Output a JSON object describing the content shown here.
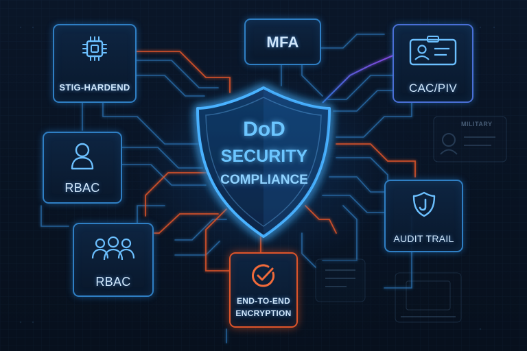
{
  "shield": {
    "line1": "DoD",
    "line2": "SECURITY",
    "line3": "COMPLIANCE"
  },
  "nodes": {
    "stig": "STIG-HARDEND",
    "mfa": "MFA",
    "cac": "CAC/PIV",
    "rbac_top": "RBAC",
    "rbac_bottom": "RBAC",
    "audit": "AUDIT TRAIL",
    "encryption_line1": "END-TO-END",
    "encryption_line2": "ENCRYPTION",
    "military_card": "MILITARY"
  },
  "colors": {
    "accent_blue": "#2f7fc4",
    "accent_orange": "#e0552a",
    "background": "#07101d",
    "shield_glow": "#49b2ff"
  },
  "icons": {
    "stig": "chip-icon",
    "cac": "id-card-icon",
    "rbac_top": "user-icon",
    "rbac_bottom": "user-group-icon",
    "audit": "shield-badge-icon",
    "encryption": "check-circle-icon",
    "center": "shield-icon"
  }
}
